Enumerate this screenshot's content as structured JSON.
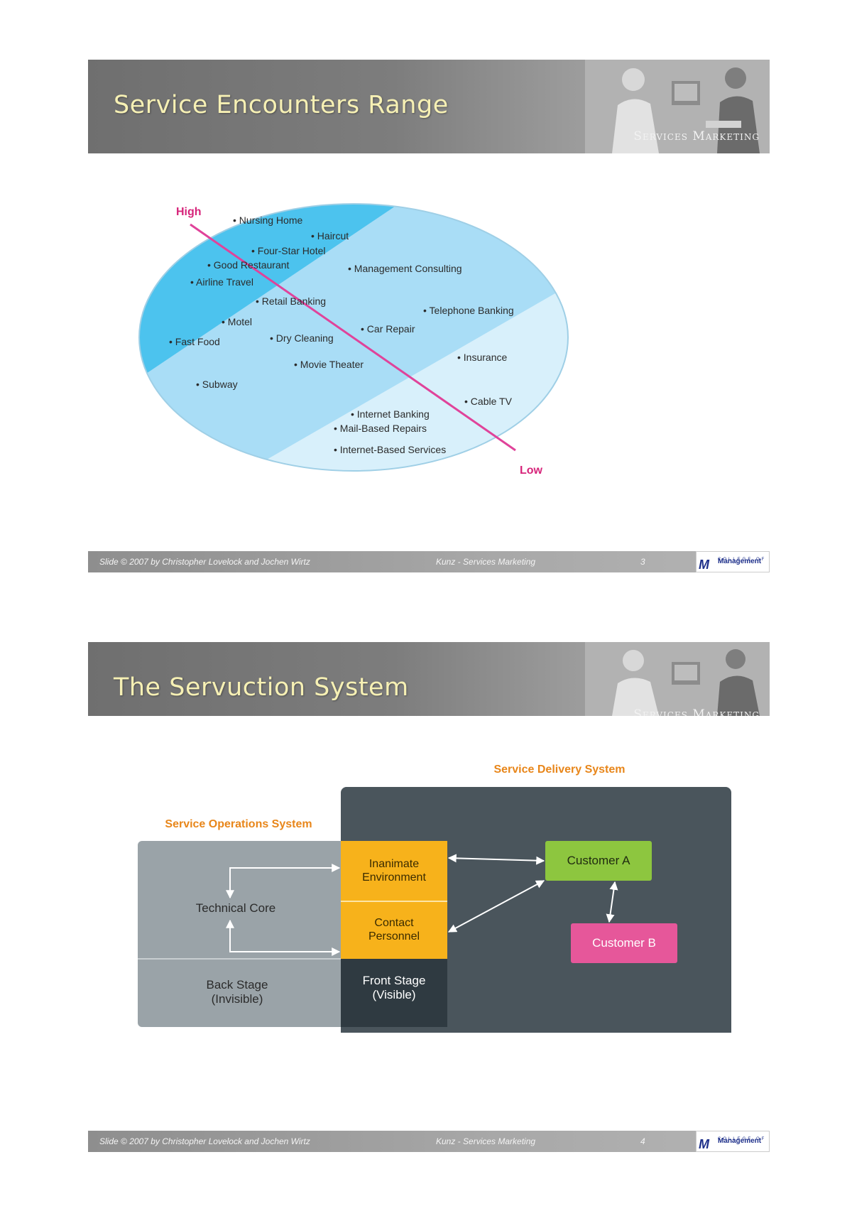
{
  "slides": [
    {
      "title": "Service Encounters Range",
      "brand": "Services Marketing",
      "footer": {
        "copyright": "Slide © 2007 by Christopher Lovelock and Jochen Wirtz",
        "course": "Kunz - Services Marketing",
        "page": "3",
        "logo_top": "COLLEGE OF",
        "logo_main": "Management",
        "logo_mark": "M"
      },
      "diagram": {
        "high_label": "High",
        "low_label": "Low",
        "items": [
          "Nursing Home",
          "Haircut",
          "Four-Star Hotel",
          "Good Restaurant",
          "Management Consulting",
          "Airline Travel",
          "Retail Banking",
          "Telephone Banking",
          "Motel",
          "Car Repair",
          "Dry Cleaning",
          "Fast Food",
          "Insurance",
          "Movie Theater",
          "Subway",
          "Cable TV",
          "Internet Banking",
          "Mail-Based Repairs",
          "Internet-Based Services"
        ],
        "colors": {
          "high": "#4cc3ee",
          "mid": "#a9ddf6",
          "low": "#d8f0fb",
          "line": "#e0439a",
          "label": "#d6247a"
        }
      }
    },
    {
      "title": "The Servuction System",
      "brand": "Services Marketing",
      "footer": {
        "copyright": "Slide © 2007 by Christopher Lovelock and Jochen Wirtz",
        "course": "Kunz - Services Marketing",
        "page": "4",
        "logo_top": "COLLEGE OF",
        "logo_main": "Management",
        "logo_mark": "M"
      },
      "diagram": {
        "delivery_title": "Service Delivery System",
        "operations_title": "Service Operations System",
        "technical_core": "Technical Core",
        "inanimate": [
          "Inanimate",
          "Environment"
        ],
        "contact": [
          "Contact",
          "Personnel"
        ],
        "back_stage": [
          "Back Stage",
          "(Invisible)"
        ],
        "front_stage": [
          "Front Stage",
          "(Visible)"
        ],
        "customer_a": "Customer A",
        "customer_b": "Customer B",
        "colors": {
          "orange_title": "#e8861a",
          "dark": "#4a555c",
          "grey": "#9aa3a8",
          "yellow": "#f7b21b",
          "green": "#8dc63f",
          "pink": "#e6579a"
        }
      }
    }
  ]
}
